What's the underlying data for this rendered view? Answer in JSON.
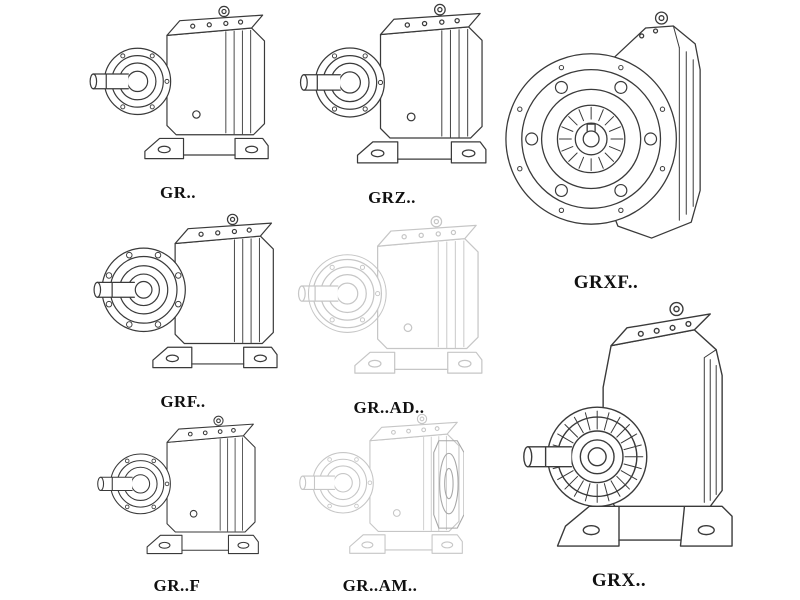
{
  "colors": {
    "line": "#3a3a3a",
    "ghost_line": "#c6c6c6",
    "background": "#ffffff",
    "label_text": "#111111"
  },
  "products": [
    {
      "id": "gr",
      "label": "GR..",
      "drawing": "helical-gearbox-foot-mounted-iso"
    },
    {
      "id": "grz",
      "label": "GRZ..",
      "drawing": "helical-gearbox-foot-mounted-iso"
    },
    {
      "id": "grxf",
      "label": "GRXF..",
      "drawing": "gearbox-output-flange-front-view"
    },
    {
      "id": "grf",
      "label": "GRF..",
      "drawing": "helical-gearbox-input-flange-iso"
    },
    {
      "id": "grad",
      "label": "GR..AD..",
      "drawing": "helical-gearbox-ghost-outline-iso"
    },
    {
      "id": "grf2",
      "label": "GR..F",
      "drawing": "helical-gearbox-foot-mounted-iso"
    },
    {
      "id": "gram",
      "label": "GR..AM..",
      "drawing": "helical-gearbox-ghost-outline-output-flange-iso"
    },
    {
      "id": "grx",
      "label": "GRX..",
      "drawing": "large-helical-gearbox-foot-mounted-iso"
    }
  ]
}
